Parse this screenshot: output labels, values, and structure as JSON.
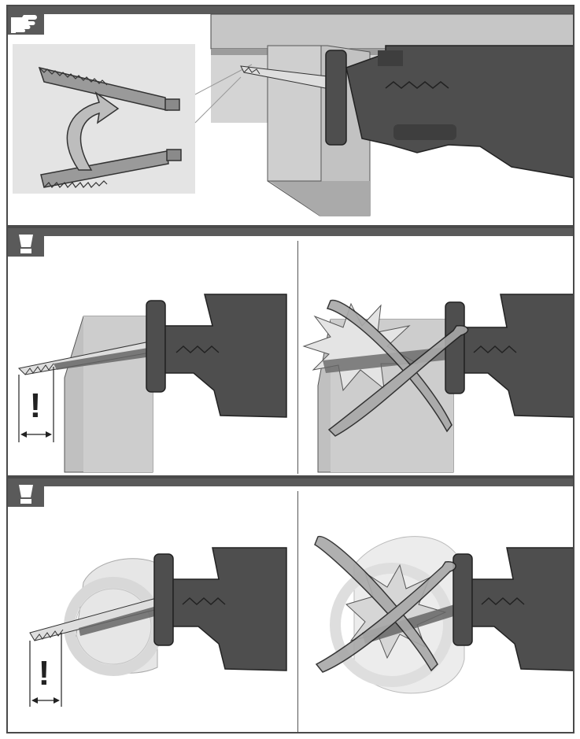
{
  "panels": [
    {
      "id": "panel-blade-insertion",
      "icon": "pointing-hand-icon",
      "figures": [
        "blade-flip-inset",
        "saw-cutting-beam"
      ]
    },
    {
      "id": "panel-wood-cutting",
      "icon": "attention-icon",
      "figures": [
        "correct-blade-length-wood",
        "incorrect-blade-length-wood"
      ]
    },
    {
      "id": "panel-pipe-cutting",
      "icon": "attention-icon",
      "figures": [
        "correct-blade-length-pipe",
        "incorrect-blade-length-pipe"
      ]
    }
  ],
  "symbols": {
    "exclamation": "!",
    "correct_marker": "warning-exclamation-icon",
    "incorrect_marker": "cross-out-icon"
  },
  "colors": {
    "frame": "#4a4a4a",
    "header_bar": "#5a5a5a",
    "tool_body": "#4e4e4e",
    "wood": "#bdbdbd",
    "blade": "#d8d8d8",
    "cross": "#a8a8a8"
  }
}
